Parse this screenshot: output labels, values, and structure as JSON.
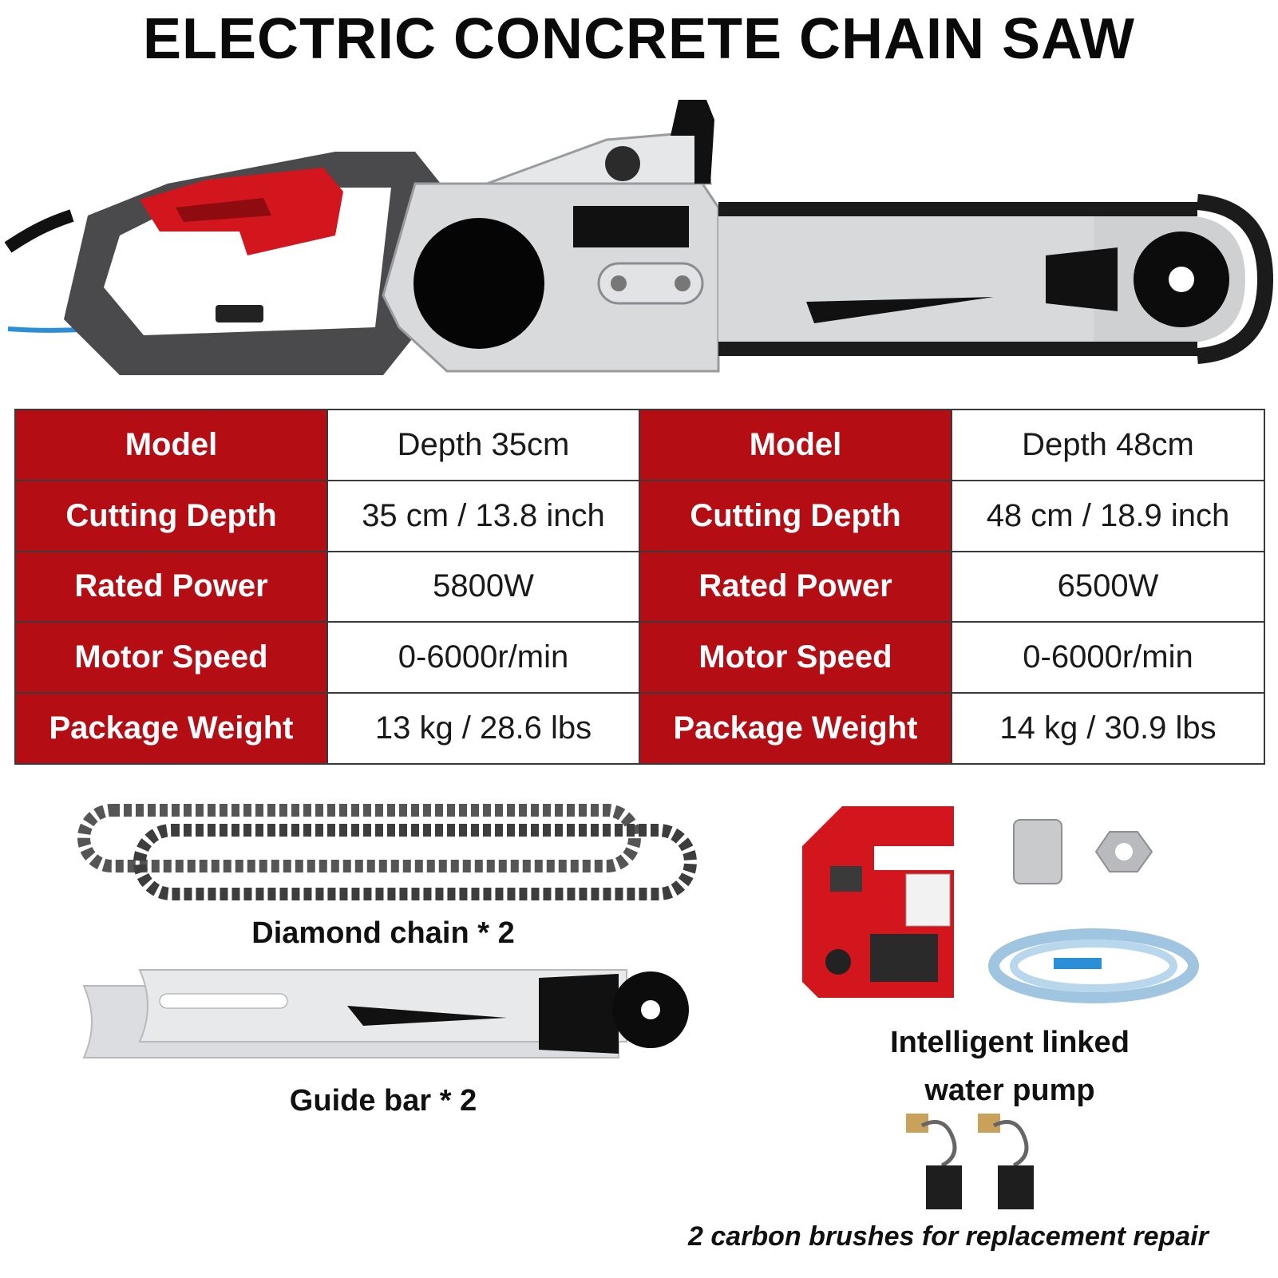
{
  "title": "ELECTRIC CONCRETE CHAIN SAW",
  "specs": {
    "left": {
      "rows": [
        {
          "label": "Model",
          "value": "Depth 35cm"
        },
        {
          "label": "Cutting Depth",
          "value": "35 cm / 13.8 inch"
        },
        {
          "label": "Rated Power",
          "value": "5800W"
        },
        {
          "label": "Motor Speed",
          "value": "0-6000r/min"
        },
        {
          "label": "Package Weight",
          "value": "13 kg / 28.6 lbs"
        }
      ]
    },
    "right": {
      "rows": [
        {
          "label": "Model",
          "value": "Depth 48cm"
        },
        {
          "label": "Cutting Depth",
          "value": "48 cm / 18.9 inch"
        },
        {
          "label": "Rated Power",
          "value": "6500W"
        },
        {
          "label": "Motor Speed",
          "value": "0-6000r/min"
        },
        {
          "label": "Package Weight",
          "value": "14 kg / 30.9 lbs"
        }
      ]
    }
  },
  "accessories": {
    "chain": "Diamond chain * 2",
    "guide_bar": "Guide bar * 2",
    "pump_line1": "Intelligent linked",
    "pump_line2": "water pump",
    "brushes": "2 carbon brushes for replacement repair"
  },
  "colors": {
    "brand_red": "#b50d14",
    "tool_red": "#d3151d",
    "hose_blue": "#2a8fd6",
    "steel": "#d9dadc"
  }
}
